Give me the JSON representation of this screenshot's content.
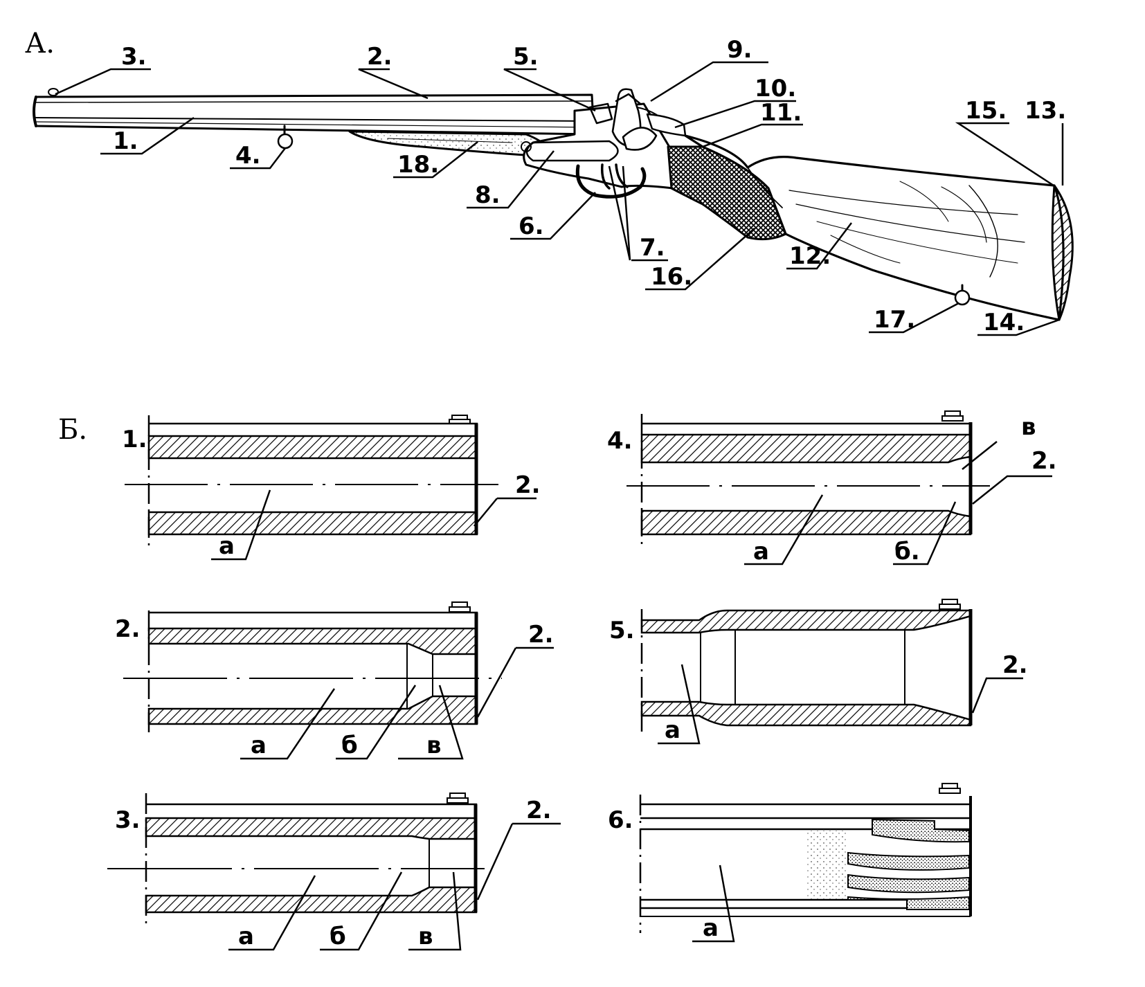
{
  "sections": {
    "a": "А.",
    "b": "Б."
  },
  "gun_labels": [
    "3.",
    "2.",
    "5.",
    "9.",
    "10.",
    "11.",
    "15.",
    "13.",
    "1.",
    "4.",
    "18.",
    "8.",
    "6.",
    "7.",
    "16.",
    "12.",
    "17.",
    "14."
  ],
  "choke_panels": [
    {
      "num": "1.",
      "labels": [
        "2.",
        "a"
      ]
    },
    {
      "num": "2.",
      "labels": [
        "2.",
        "a",
        "б",
        "в"
      ]
    },
    {
      "num": "3.",
      "labels": [
        "2.",
        "a",
        "б",
        "в"
      ]
    },
    {
      "num": "4.",
      "labels": [
        "в",
        "2.",
        "a",
        "б."
      ]
    },
    {
      "num": "5.",
      "labels": [
        "2.",
        "a"
      ]
    },
    {
      "num": "6.",
      "labels": [
        "a"
      ]
    }
  ],
  "colors": {
    "ink": "#000000",
    "paper": "#ffffff"
  }
}
